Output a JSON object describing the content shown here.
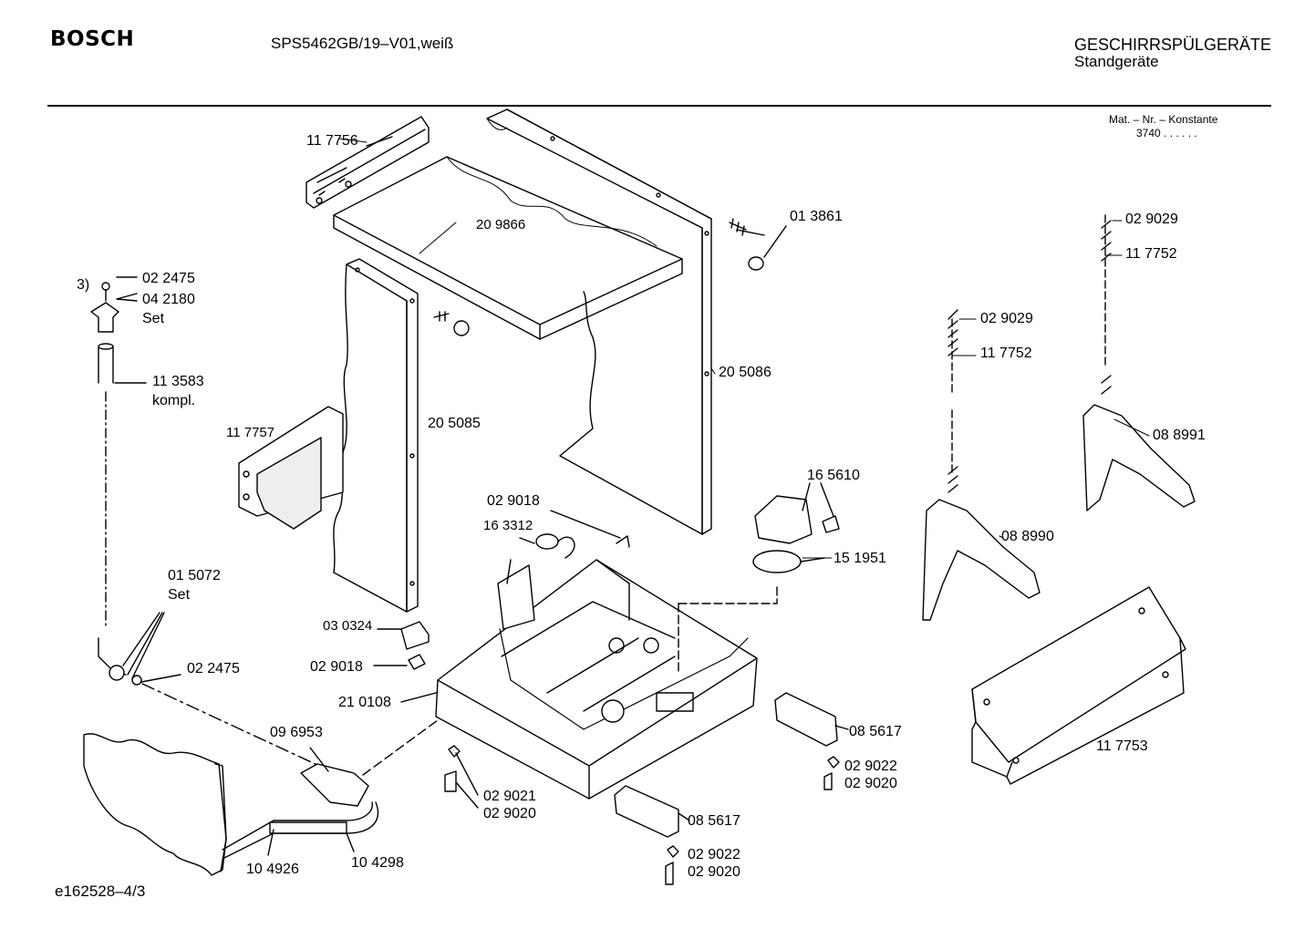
{
  "header": {
    "brand": "BOSCH",
    "model": "SPS5462GB/19–V01,weiß",
    "category": "GESCHIRRSPÜLGERÄTE",
    "subcategory": "Standgeräte",
    "mat_label": "Mat. – Nr. – Konstante",
    "mat_value": "3740  .  .    .  .  .  ."
  },
  "footer": {
    "drawing_id": "e162528–4/3"
  },
  "parts": [
    {
      "id": "p117756",
      "text": "11 7756"
    },
    {
      "id": "p209866",
      "text": "20 9866"
    },
    {
      "id": "p013861",
      "text": "01 3861"
    },
    {
      "id": "p029029a",
      "text": "02 9029"
    },
    {
      "id": "p117752a",
      "text": "11 7752"
    },
    {
      "id": "p022475a",
      "text": "02 2475"
    },
    {
      "id": "p3",
      "text": "3)"
    },
    {
      "id": "p042180",
      "text": "04 2180"
    },
    {
      "id": "pSet1",
      "text": "Set"
    },
    {
      "id": "p113583",
      "text": "11 3583"
    },
    {
      "id": "pkompl",
      "text": "kompl."
    },
    {
      "id": "p029029b",
      "text": "02 9029"
    },
    {
      "id": "p117752b",
      "text": "11 7752"
    },
    {
      "id": "p205086",
      "text": "20 5086"
    },
    {
      "id": "p117757",
      "text": "11 7757"
    },
    {
      "id": "p205085",
      "text": "20 5085"
    },
    {
      "id": "p088991",
      "text": "08 8991"
    },
    {
      "id": "p165610",
      "text": "16 5610"
    },
    {
      "id": "p029018a",
      "text": "02 9018"
    },
    {
      "id": "p163312",
      "text": "16 3312"
    },
    {
      "id": "p088990",
      "text": "08 8990"
    },
    {
      "id": "p151951",
      "text": "15 1951"
    },
    {
      "id": "p015072",
      "text": "01 5072"
    },
    {
      "id": "pSet2",
      "text": "Set"
    },
    {
      "id": "p030324",
      "text": "03 0324"
    },
    {
      "id": "p022475b",
      "text": "02 2475"
    },
    {
      "id": "p029018b",
      "text": "02 9018"
    },
    {
      "id": "p210108",
      "text": "21 0108"
    },
    {
      "id": "p096953",
      "text": "09 6953"
    },
    {
      "id": "p085617a",
      "text": "08 5617"
    },
    {
      "id": "p029022a",
      "text": "02 9022"
    },
    {
      "id": "p029020a",
      "text": "02 9020"
    },
    {
      "id": "p117753",
      "text": "11 7753"
    },
    {
      "id": "p029021",
      "text": "02 9021"
    },
    {
      "id": "p029020b",
      "text": "02 9020"
    },
    {
      "id": "p085617b",
      "text": "08 5617"
    },
    {
      "id": "p029022b",
      "text": "02 9022"
    },
    {
      "id": "p029020c",
      "text": "02 9020"
    },
    {
      "id": "p104926",
      "text": "10 4926"
    },
    {
      "id": "p104298",
      "text": "10 4298"
    }
  ]
}
